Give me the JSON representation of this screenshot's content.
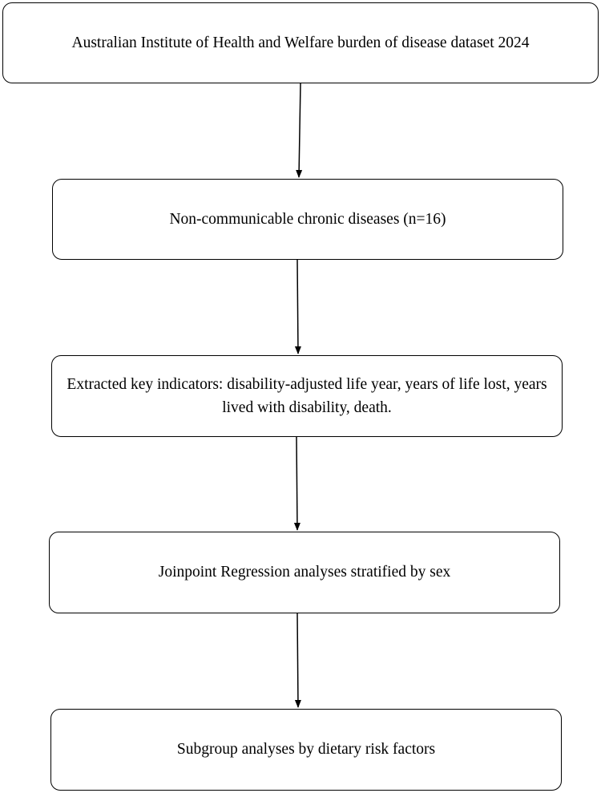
{
  "flowchart": {
    "steps": [
      {
        "label": "Australian Institute of Health and Welfare burden of disease dataset 2024"
      },
      {
        "label": "Non-communicable chronic diseases (n=16)"
      },
      {
        "label": "Extracted key indicators: disability-adjusted life year, years of life lost, years lived with disability, death."
      },
      {
        "label": "Joinpoint Regression analyses stratified by sex"
      },
      {
        "label": "Subgroup analyses by dietary risk factors"
      }
    ],
    "colors": {
      "stroke": "#000000",
      "fill": "#ffffff",
      "text": "#000000"
    }
  }
}
